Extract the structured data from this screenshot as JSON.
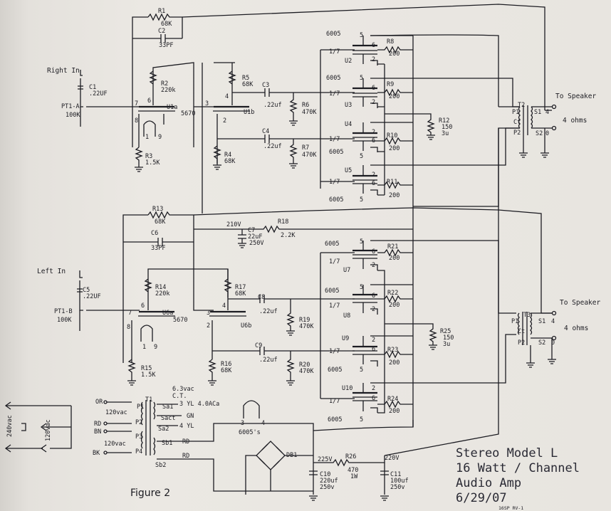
{
  "figure_caption": "Figure 2",
  "title_lines": [
    "Stereo  Model L",
    "16 Watt / Channel",
    "Audio Amp",
    "6/29/07"
  ],
  "footer_code": "16SP   RV-1",
  "inputs": {
    "right": "Right In",
    "left": "Left In"
  },
  "speaker_label": "To Speaker",
  "ohms_label": "4 ohms",
  "pot_labels": [
    "PT1-A",
    "PT1-B"
  ],
  "pot_value": "100K",
  "tube_type": "5670",
  "caps": {
    "C1": [
      "C1",
      ".22UF"
    ],
    "C2": [
      "C2",
      "33PF"
    ],
    "C3": [
      "C3",
      ".22uf"
    ],
    "C4": [
      "C4",
      ".22uf"
    ],
    "C5": [
      "C5",
      ".22UF"
    ],
    "C6": [
      "C6",
      "33PF"
    ],
    "C7": [
      "C7",
      "22uF",
      "250V"
    ],
    "C8": [
      "C8",
      ".22uf"
    ],
    "C9": [
      "C9",
      ".22uf"
    ],
    "C10": [
      "C10",
      "220uf",
      "250v"
    ],
    "C11": [
      "C11",
      "100uf",
      "250v"
    ]
  },
  "resistors": {
    "R1": [
      "R1",
      "68K"
    ],
    "R2": [
      "R2",
      "220k"
    ],
    "R3": [
      "R3",
      "1.5K"
    ],
    "R4": [
      "R4",
      "68K"
    ],
    "R5": [
      "R5",
      "68K"
    ],
    "R6": [
      "R6",
      "470K"
    ],
    "R7": [
      "R7",
      "470K"
    ],
    "R8": [
      "R8",
      "200"
    ],
    "R9": [
      "R9",
      "200"
    ],
    "R10": [
      "R10",
      "200"
    ],
    "R11": [
      "R11",
      "200"
    ],
    "R12": [
      "R12",
      "150",
      "3u"
    ],
    "R13": [
      "R13",
      "68K"
    ],
    "R14": [
      "R14",
      "220k"
    ],
    "R15": [
      "R15",
      "1.5K"
    ],
    "R16": [
      "R16",
      "68K"
    ],
    "R17": [
      "R17",
      "68K"
    ],
    "R18": [
      "R18",
      "2.2K"
    ],
    "R19": [
      "R19",
      "470K"
    ],
    "R20": [
      "R20",
      "470K"
    ],
    "R21": [
      "R21",
      "200"
    ],
    "R22": [
      "R22",
      "200"
    ],
    "R23": [
      "R23",
      "200"
    ],
    "R24": [
      "R24",
      "200"
    ],
    "R25": [
      "R25",
      "150",
      "3u"
    ],
    "R26": [
      "R26",
      "470",
      "1W"
    ]
  },
  "tubes": {
    "U1a": "U1a",
    "U1b": "U1b",
    "U6a": "U6a",
    "U6b": "U6b",
    "U2": "U2",
    "U3": "U3",
    "U4": "U4",
    "U5": "U5",
    "U7": "U7",
    "U8": "U8",
    "U9": "U9",
    "U10": "U10",
    "type": "6005",
    "grid_pins": "1/7"
  },
  "transformers": {
    "T2": [
      "T2",
      "P1",
      "Ct",
      "P2",
      "S1",
      "S2"
    ],
    "T3": [
      "T3",
      "P1",
      "Ct",
      "P2",
      "S1",
      "S2"
    ]
  },
  "power": {
    "T1": "T1",
    "primary_wires": [
      "OR",
      "RD",
      "BN",
      "BK"
    ],
    "primary_labels": [
      "P1",
      "P2",
      "P3",
      "P4"
    ],
    "secondary_labels": [
      "Sa1",
      "Sact",
      "Sa2",
      "Sb1",
      "Sb2"
    ],
    "heater": [
      "6.3vac",
      "C.T.",
      "3 YL 4.0ACa",
      "GN",
      "4 YL"
    ],
    "vac_120": "120vac",
    "vac_240": "240vac",
    "rd": "RD",
    "bridge": "DB1",
    "rail_225": "225V",
    "rail_220": "220V",
    "rail_210": "210V",
    "socket_label": "6005's"
  }
}
